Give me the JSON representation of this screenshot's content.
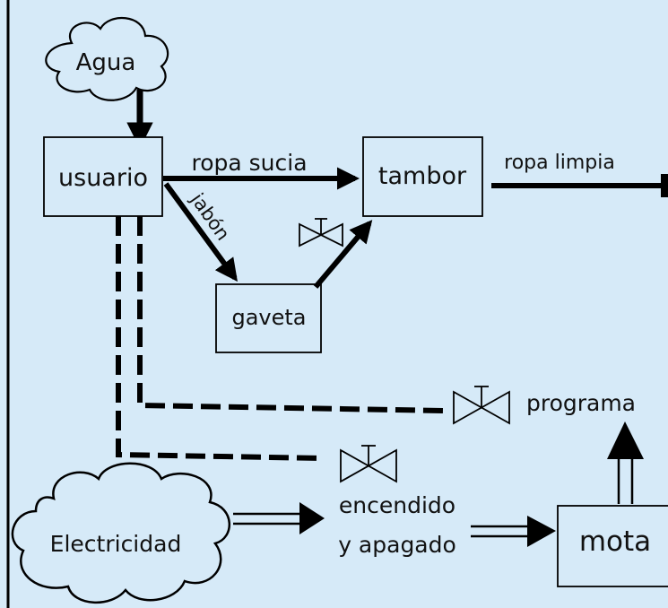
{
  "nodes": {
    "agua": "Agua",
    "usuario": "usuario",
    "tambor": "tambor",
    "gaveta": "gaveta",
    "electricidad": "Electricidad",
    "mota": "mota"
  },
  "flows": {
    "ropa_sucia": "ropa sucia",
    "ropa_limpia": "ropa limpia",
    "jabon": "jabón"
  },
  "controls": {
    "programa": "programa",
    "encendido_line1": "encendido",
    "encendido_line2": "y apagado"
  },
  "colors": {
    "background": "#d6eaf8",
    "stroke": "#000000",
    "box_fill": "#d6eaf8"
  }
}
